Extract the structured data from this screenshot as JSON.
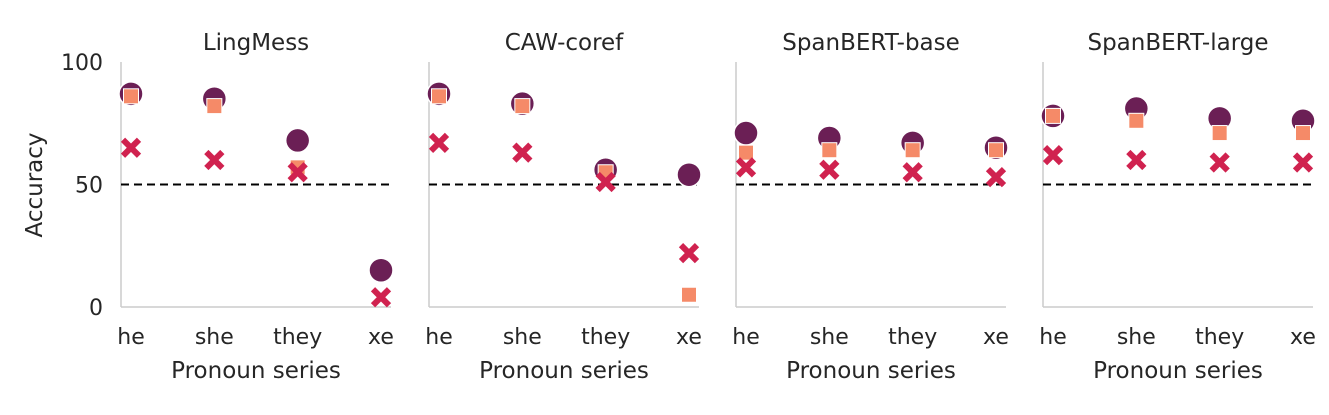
{
  "chart_data": {
    "type": "scatter",
    "ylabel": "Accuracy",
    "xlabel": "Pronoun series",
    "categories": [
      "he",
      "she",
      "they",
      "xe"
    ],
    "ylim": [
      0,
      100
    ],
    "yticks": [
      0,
      50,
      100
    ],
    "reference_line": 50,
    "grid": false,
    "marker_colors": {
      "circle": "#6b1f55",
      "square": "#f58a68",
      "cross": "#d0224f",
      "reference": "#000000",
      "axis": "#cccccc"
    },
    "panels": [
      {
        "title": "LingMess",
        "circle": [
          87,
          85,
          68,
          15
        ],
        "square": [
          86,
          82,
          57,
          null
        ],
        "cross": [
          65,
          60,
          55,
          4
        ]
      },
      {
        "title": "CAW-coref",
        "circle": [
          87,
          83,
          56,
          54
        ],
        "square": [
          86,
          82,
          55,
          5
        ],
        "cross": [
          67,
          63,
          51,
          22
        ]
      },
      {
        "title": "SpanBERT-base",
        "circle": [
          71,
          69,
          67,
          65
        ],
        "square": [
          63,
          64,
          64,
          64
        ],
        "cross": [
          57,
          56,
          55,
          53
        ]
      },
      {
        "title": "SpanBERT-large",
        "circle": [
          78,
          81,
          77,
          76
        ],
        "square": [
          78,
          76,
          71,
          71
        ],
        "cross": [
          62,
          60,
          59,
          59
        ]
      }
    ]
  }
}
